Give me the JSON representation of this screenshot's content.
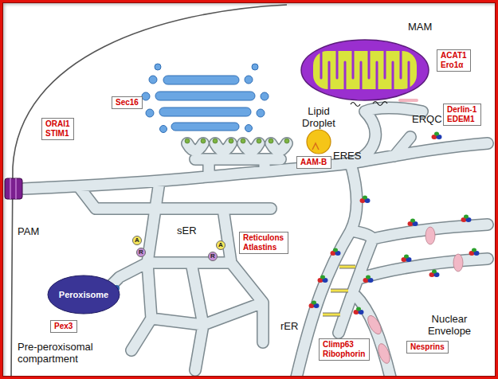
{
  "diagram": {
    "nodes": [
      {
        "text": [
          "ACAT1",
          "Ero1α"
        ]
      },
      {
        "text": [
          "Sec16"
        ]
      },
      {
        "text": [
          "Derlin-1",
          "EDEM1"
        ]
      },
      {
        "text": [
          "ORAI1",
          "STIM1"
        ]
      },
      {
        "text": [
          "AAM-B"
        ]
      },
      {
        "text": [
          "Reticulons",
          "Atlastins"
        ]
      },
      {
        "text": [
          "A"
        ]
      },
      {
        "text": [
          "R"
        ]
      },
      {
        "text": [
          "A"
        ]
      },
      {
        "text": [
          "R"
        ]
      },
      {
        "text": [
          "Peroxisome"
        ]
      },
      {
        "text": [
          "Pex3"
        ]
      },
      {
        "text": [
          "Climp63",
          "Ribophorin"
        ]
      },
      {
        "text": [
          "Nesprins"
        ]
      }
    ],
    "labels": [
      "MAM",
      "Lipid Droplet",
      "ERQC",
      "ERES",
      "PAM",
      "sER",
      "Pre-peroxisomal compartment",
      "rER",
      "Nuclear Envelope"
    ]
  }
}
